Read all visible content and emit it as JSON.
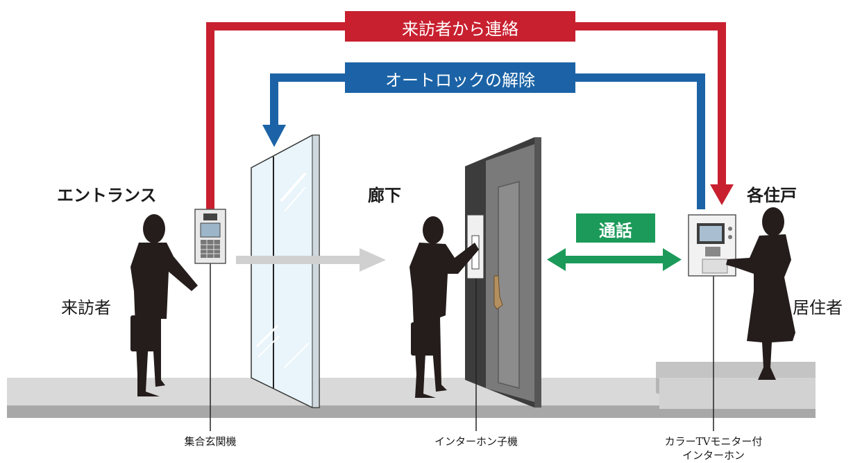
{
  "flows": {
    "contact_label": "来訪者から連絡",
    "unlock_label": "オートロックの解除",
    "talk_label": "通話"
  },
  "locations": {
    "entrance": "エントランス",
    "corridor": "廊下",
    "unit": "各住戸"
  },
  "people": {
    "visitor": "来訪者",
    "resident": "居住者"
  },
  "devices": {
    "entrance_panel": "集合玄関機",
    "door_handset": "インターホン子機",
    "monitor_line1": "カラーTVモニター付",
    "monitor_line2": "インターホン"
  },
  "colors": {
    "contact": "#c8202f",
    "unlock": "#1b63a6",
    "talk": "#1c9a5a",
    "silhouette": "#241d1b",
    "floor": "#d9d9d9"
  }
}
